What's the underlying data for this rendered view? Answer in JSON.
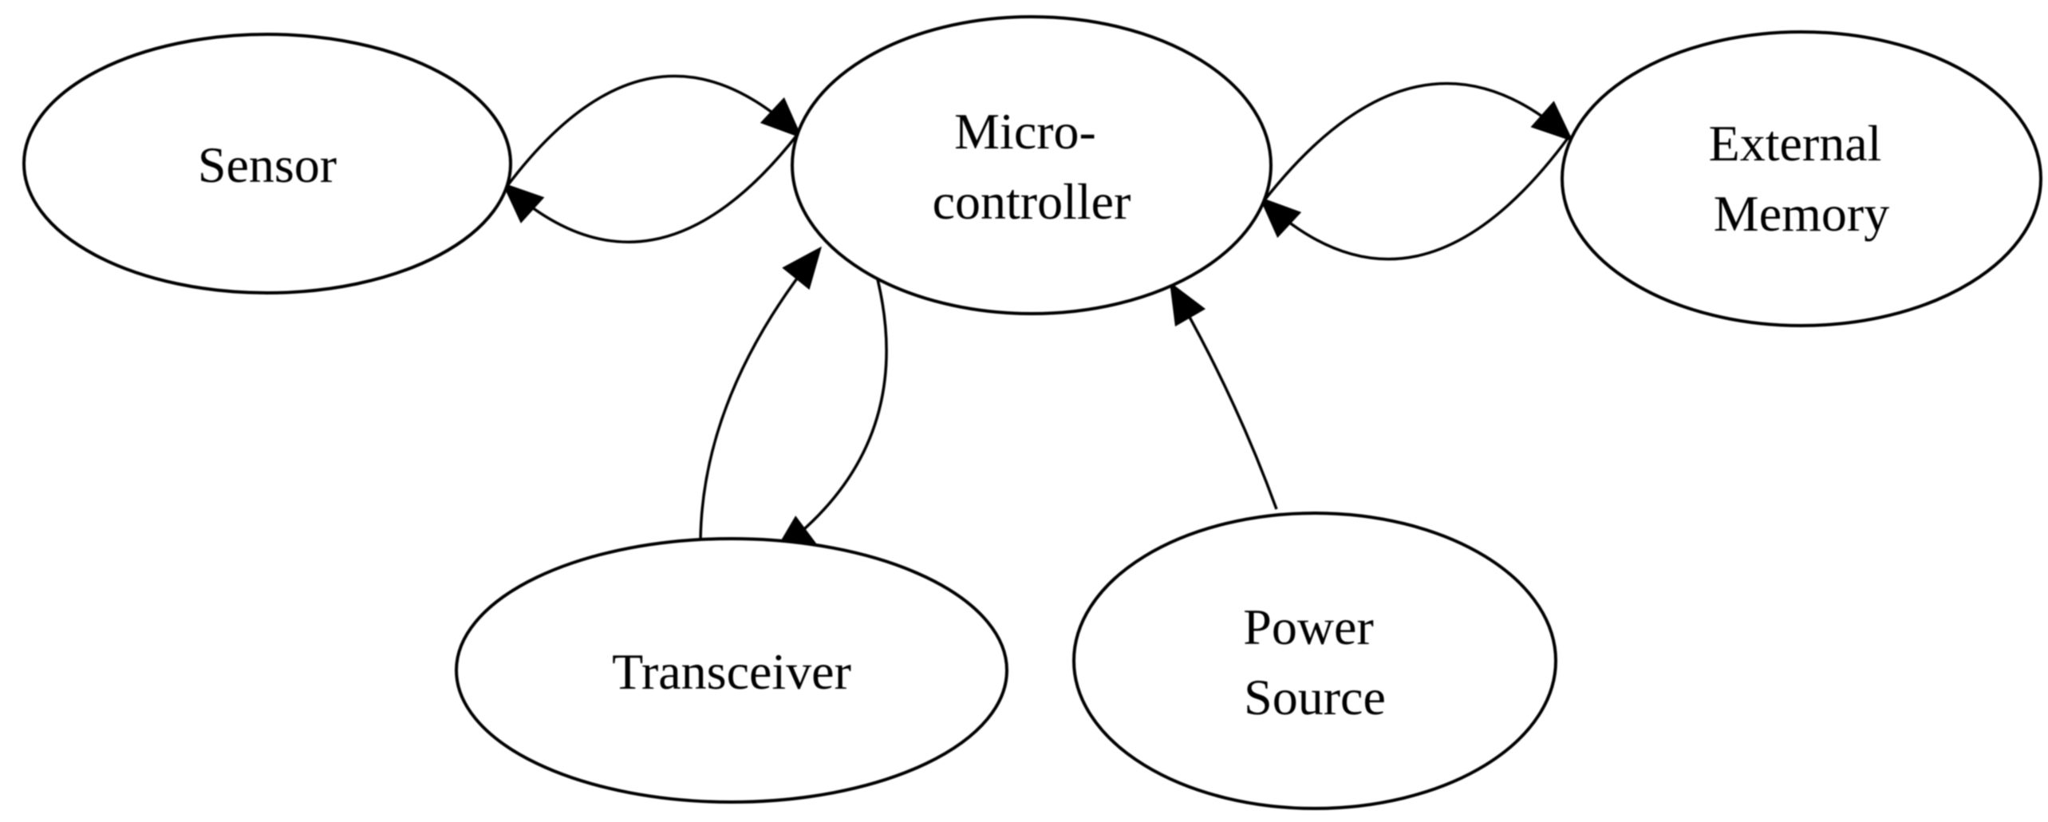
{
  "diagram": {
    "type": "node-link-diagram",
    "background_color": "#ffffff",
    "stroke_color": "#000000",
    "text_color": "#000000",
    "nodes": [
      {
        "id": "sensor",
        "label": "Sensor"
      },
      {
        "id": "micro-controller",
        "label": "Micro-controller",
        "line1": "Micro-",
        "line2": "controller"
      },
      {
        "id": "external-memory",
        "label": "External Memory",
        "line1": "External",
        "line2": "Memory"
      },
      {
        "id": "transceiver",
        "label": "Transceiver"
      },
      {
        "id": "power-source",
        "label": "Power Source",
        "line1": "Power",
        "line2": "Source"
      }
    ],
    "edges": [
      {
        "from": "sensor",
        "to": "micro-controller",
        "bidirectional": true,
        "style": "two curved arcs forming a lens, arrowheads at both nodes"
      },
      {
        "from": "micro-controller",
        "to": "external-memory",
        "bidirectional": true,
        "style": "two curved arcs forming a lens, arrowheads at both nodes"
      },
      {
        "from": "micro-controller",
        "to": "transceiver",
        "bidirectional": true,
        "style": "two curved arcs forming a lens, arrowheads at both nodes"
      },
      {
        "from": "power-source",
        "to": "micro-controller",
        "bidirectional": false,
        "style": "single curved arrow into micro-controller"
      }
    ]
  }
}
